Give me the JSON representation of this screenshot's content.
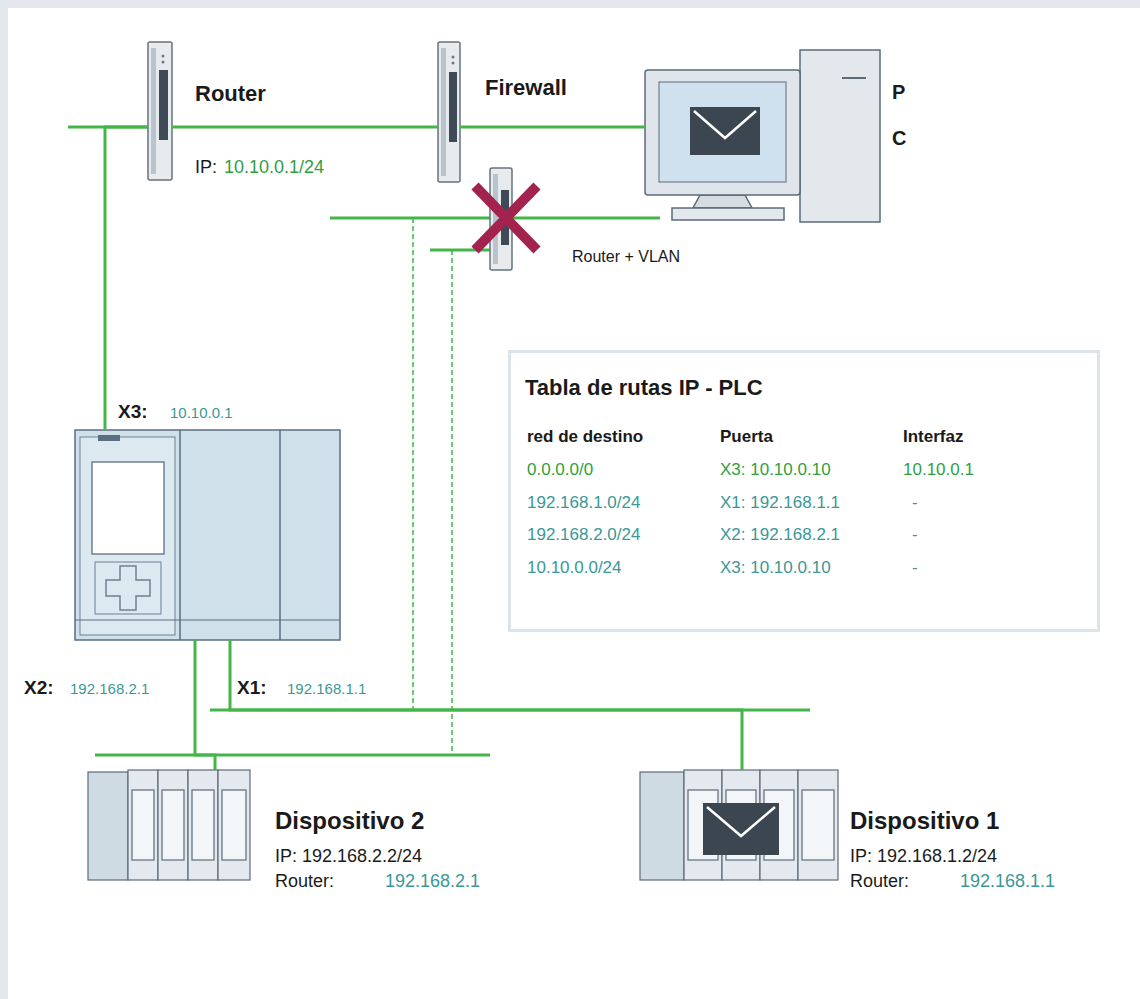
{
  "diagram": {
    "nodes": [
      {
        "text": [
          "Router",
          "IP:",
          "10.10.0.1/24"
        ]
      },
      {
        "text": [
          "Firewall"
        ]
      },
      {
        "text": [
          "P C"
        ]
      },
      {
        "text": [
          "Router + VLAN"
        ]
      },
      {
        "text": [
          "X3:",
          "10.10.0.1",
          "X2:",
          "192.168.2.1",
          "X1:",
          "192.168.1.1"
        ]
      },
      {
        "text": [
          "Tabla de rutas IP - PLC"
        ]
      },
      {
        "text": [
          "Dispositivo 2",
          "IP: 192.168.2.2/24",
          "Router:",
          "192.168.2.1"
        ]
      },
      {
        "text": [
          "Dispositivo 1",
          "IP: 192.168.1.2/24",
          "Router:",
          "192.168.1.1"
        ]
      }
    ],
    "edges": [
      {
        "from": 0,
        "to": 1,
        "arrow": "none"
      },
      {
        "from": 1,
        "to": 2,
        "arrow": "none"
      },
      {
        "from": 0,
        "to": 4,
        "arrow": "none"
      },
      {
        "from": 4,
        "to": 6,
        "arrow": "none"
      },
      {
        "from": 4,
        "to": 7,
        "arrow": "none"
      }
    ],
    "labels": [
      "red de destino",
      "Puerta",
      "Interfaz",
      "0.0.0.0/0",
      "X3: 10.10.0.10",
      "10.10.0.1",
      "192.168.1.0/24",
      "X1: 192.168.1.1",
      "-",
      "192.168.2.0/24",
      "X2: 192.168.2.1",
      "-",
      "10.10.0.0/24",
      "X3: 10.10.0.10",
      "-"
    ]
  }
}
